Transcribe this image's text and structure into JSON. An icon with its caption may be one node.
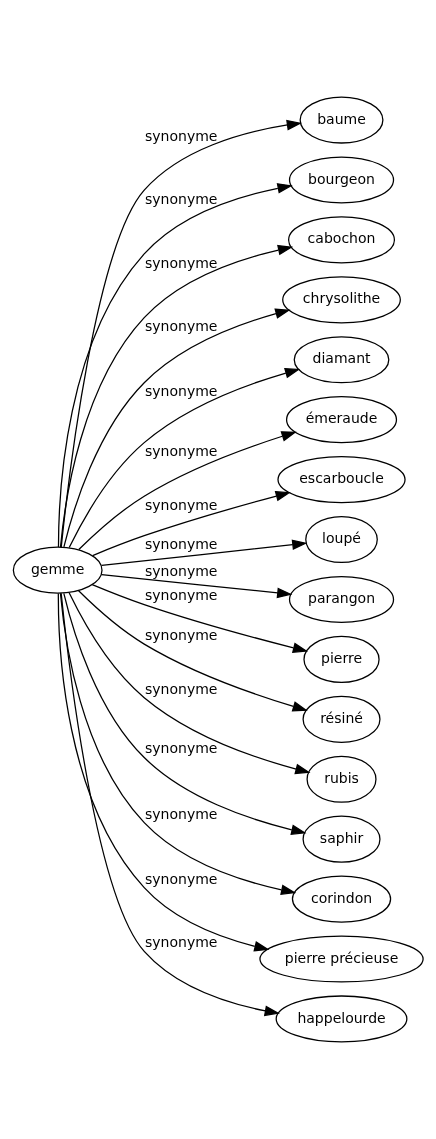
{
  "diagram": {
    "nodes": [
      {
        "text": [
          "gemme"
        ]
      },
      {
        "text": [
          "baume"
        ]
      },
      {
        "text": [
          "bourgeon"
        ]
      },
      {
        "text": [
          "cabochon"
        ]
      },
      {
        "text": [
          "chrysolithe"
        ]
      },
      {
        "text": [
          "diamant"
        ]
      },
      {
        "text": [
          "émeraude"
        ]
      },
      {
        "text": [
          "escarboucle"
        ]
      },
      {
        "text": [
          "loupé"
        ]
      },
      {
        "text": [
          "parangon"
        ]
      },
      {
        "text": [
          "pierre"
        ]
      },
      {
        "text": [
          "résiné"
        ]
      },
      {
        "text": [
          "rubis"
        ]
      },
      {
        "text": [
          "saphir"
        ]
      },
      {
        "text": [
          "corindon"
        ]
      },
      {
        "text": [
          "pierre précieuse"
        ]
      },
      {
        "text": [
          "happelourde"
        ]
      }
    ],
    "edges": [
      {
        "from": 0,
        "to": 1,
        "arrow": "to",
        "label": "synonyme"
      },
      {
        "from": 0,
        "to": 2,
        "arrow": "to",
        "label": "synonyme"
      },
      {
        "from": 0,
        "to": 3,
        "arrow": "to",
        "label": "synonyme"
      },
      {
        "from": 0,
        "to": 4,
        "arrow": "to",
        "label": "synonyme"
      },
      {
        "from": 0,
        "to": 5,
        "arrow": "to",
        "label": "synonyme"
      },
      {
        "from": 0,
        "to": 6,
        "arrow": "to",
        "label": "synonyme"
      },
      {
        "from": 0,
        "to": 7,
        "arrow": "to",
        "label": "synonyme"
      },
      {
        "from": 0,
        "to": 8,
        "arrow": "to",
        "label": "synonyme"
      },
      {
        "from": 0,
        "to": 9,
        "arrow": "to",
        "label": "synonyme"
      },
      {
        "from": 0,
        "to": 10,
        "arrow": "to",
        "label": "synonyme"
      },
      {
        "from": 0,
        "to": 11,
        "arrow": "to",
        "label": "synonyme"
      },
      {
        "from": 0,
        "to": 12,
        "arrow": "to",
        "label": "synonyme"
      },
      {
        "from": 0,
        "to": 13,
        "arrow": "to",
        "label": "synonyme"
      },
      {
        "from": 0,
        "to": 14,
        "arrow": "to",
        "label": "synonyme"
      },
      {
        "from": 0,
        "to": 15,
        "arrow": "to",
        "label": "synonyme"
      },
      {
        "from": 0,
        "to": 16,
        "arrow": "to",
        "label": "synonyme"
      }
    ]
  }
}
